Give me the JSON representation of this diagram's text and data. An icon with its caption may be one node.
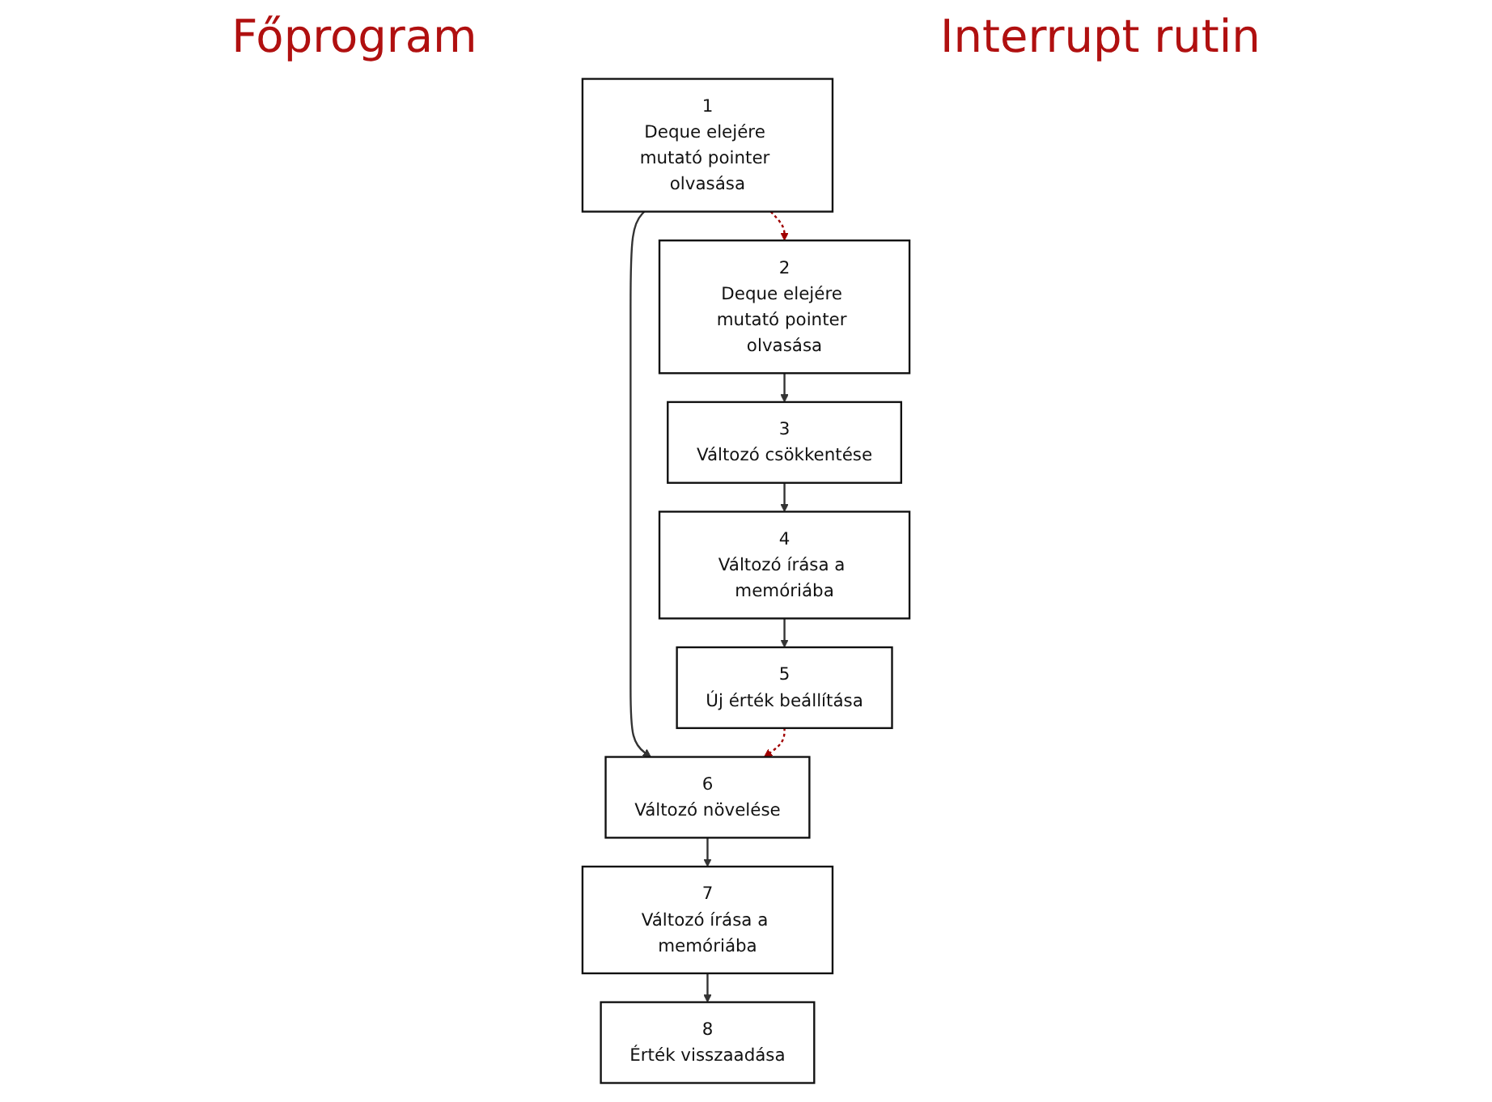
{
  "diagram": {
    "nodes": [
      {
        "text": [
          "1",
          "Deque elejére mutató pointer olvasása"
        ]
      },
      {
        "text": [
          "2",
          "Deque elejére mutató pointer olvasása"
        ]
      },
      {
        "text": [
          "3",
          "Változó csökkentése"
        ]
      },
      {
        "text": [
          "4",
          "Változó írása a memóriába"
        ]
      },
      {
        "text": [
          "5",
          "Új érték beállítása"
        ]
      },
      {
        "text": [
          "6",
          "Változó növelése"
        ]
      },
      {
        "text": [
          "7",
          "Változó írása a memóriába"
        ]
      },
      {
        "text": [
          "8",
          "Érték visszaadása"
        ]
      }
    ],
    "edges": [
      {
        "from": 0,
        "to": 5,
        "arrow": "to"
      },
      {
        "from": 5,
        "to": 6,
        "arrow": "to"
      },
      {
        "from": 6,
        "to": 7,
        "arrow": "to"
      },
      {
        "from": 1,
        "to": 2,
        "arrow": "to"
      },
      {
        "from": 2,
        "to": 3,
        "arrow": "to"
      },
      {
        "from": 3,
        "to": 4,
        "arrow": "to"
      },
      {
        "from": 0,
        "to": 1,
        "arrow": "to",
        "style": "dashed",
        "color": "#a00000"
      },
      {
        "from": 4,
        "to": 5,
        "arrow": "to",
        "style": "dashed",
        "color": "#a00000"
      }
    ],
    "labels": [
      "Főprogram",
      "Interrupt rutin"
    ]
  }
}
